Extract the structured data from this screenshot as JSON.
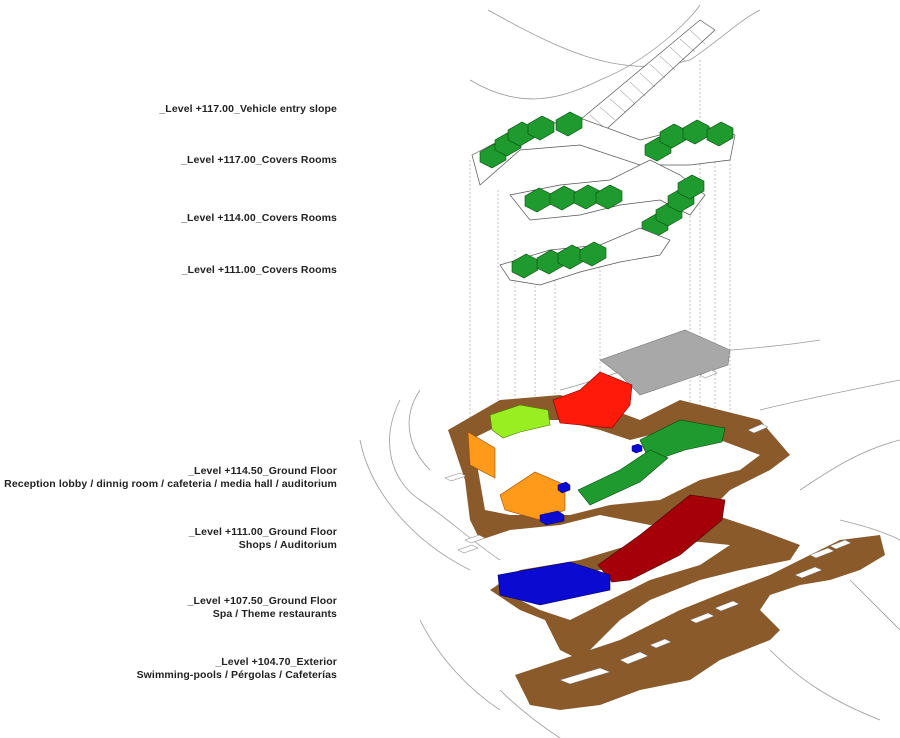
{
  "labels": [
    {
      "level": "_Level +117.00_Vehicle entry slope",
      "uses": ""
    },
    {
      "level": "_Level +117.00_Covers Rooms",
      "uses": ""
    },
    {
      "level": "_Level +114.00_Covers Rooms",
      "uses": ""
    },
    {
      "level": "_Level +111.00_Covers Rooms",
      "uses": ""
    },
    {
      "level": "_Level +114.50_Ground Floor",
      "uses": "Reception lobby / dinnig room / cafeteria / media hall / auditorium"
    },
    {
      "level": "_Level +111.00_Ground Floor",
      "uses": "Shops / Auditorium"
    },
    {
      "level": "_Level +107.50_Ground Floor",
      "uses": "Spa / Theme restaurants"
    },
    {
      "level": "_Level +104.70_Exterior",
      "uses": "Swimming-pools / Pérgolas / Cafeterías"
    }
  ],
  "colors": {
    "terrain": "#8b5a2b",
    "rooms_green": "#1e9a2e",
    "lime": "#99ee22",
    "red": "#ff1a0a",
    "dark_red": "#a5000a",
    "orange": "#ff9a1a",
    "blue": "#0a0ad0",
    "grey": "#a8a8a8"
  }
}
